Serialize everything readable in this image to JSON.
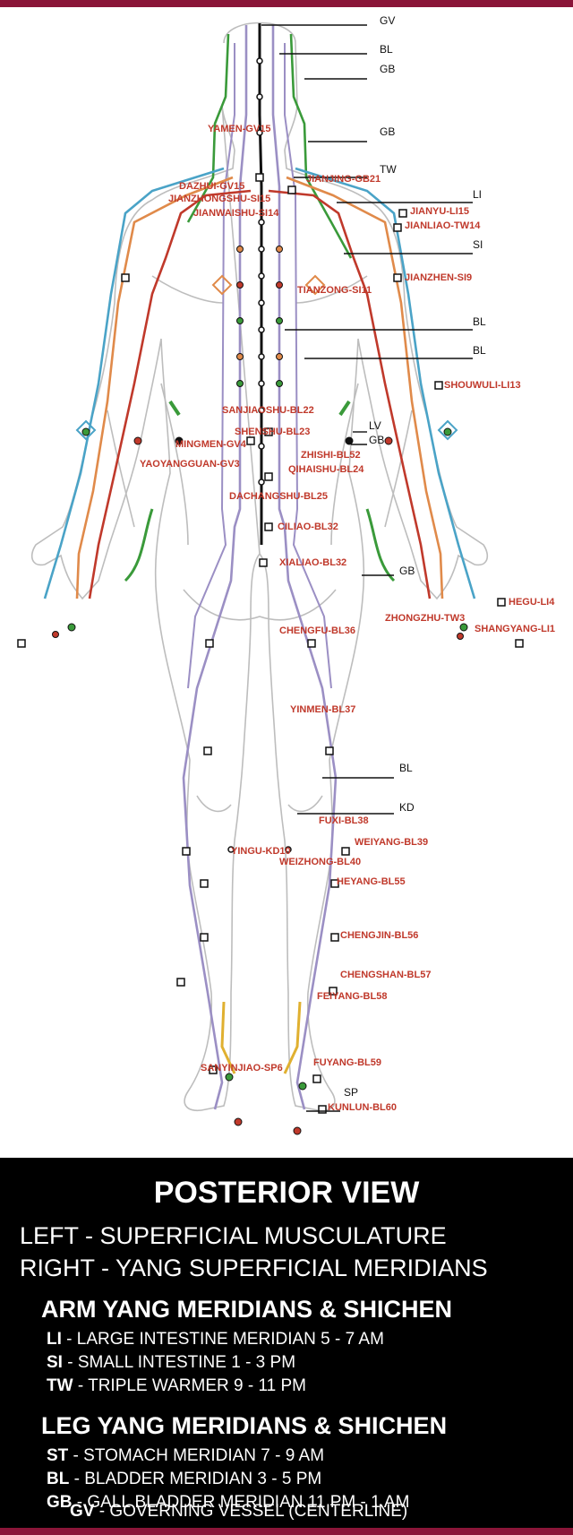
{
  "colors": {
    "border": "#8a1538",
    "panel_bg": "#000000",
    "panel_text": "#ffffff",
    "point_label": "#c0392b",
    "meridian_li": "#4aa3c7",
    "meridian_si": "#c0392b",
    "meridian_tw": "#e08a4a",
    "meridian_bl": "#9b8fc4",
    "meridian_gb": "#3a9a3a",
    "meridian_gv": "#111111",
    "meridian_sp": "#e0b030"
  },
  "meridian_labels": {
    "gv1": "GV",
    "bl1": "BL",
    "gb1": "GB",
    "gb2": "GB",
    "tw": "TW",
    "li": "LI",
    "si": "SI",
    "bl2": "BL",
    "bl3": "BL",
    "lv": "LV",
    "gb3": "GB",
    "gb4": "GB",
    "bl4": "BL",
    "kd": "KD",
    "sp": "SP"
  },
  "points": [
    "YAMEN-GV15",
    "JIANJING-GB21",
    "DAZHUI-GV15",
    "JIANZHONGSHU-SI15",
    "JIANYU-LI15",
    "JIANWAISHU-SI14",
    "JIANLIAO-TW14",
    "TIANZONG-SI11",
    "JIANZHEN-SI9",
    "SHOUWULI-LI13",
    "SANJIAOSHU-BL22",
    "SHENSHU-BL23",
    "MINGMEN-GV4",
    "ZHISHI-BL52",
    "YAOYANGGUAN-GV3",
    "QIHAISHU-BL24",
    "DACHANGSHU-BL25",
    "CILIAO-BL32",
    "XIALIAO-BL32",
    "HEGU-LI4",
    "ZHONGZHU-TW3",
    "CHENGFU-BL36",
    "SHANGYANG-LI1",
    "YINMEN-BL37",
    "FUXI-BL38",
    "WEIYANG-BL39",
    "YINGU-KD10",
    "WEIZHONG-BL40",
    "HEYANG-BL55",
    "CHENGJIN-BL56",
    "CHENGSHAN-BL57",
    "FEIYANG-BL58",
    "SANYINJIAO-SP6",
    "FUYANG-BL59",
    "KUNLUN-BL60"
  ],
  "legend": {
    "title": "POSTERIOR VIEW",
    "left_line": "LEFT - SUPERFICIAL MUSCULATURE",
    "right_line": "RIGHT - YANG SUPERFICIAL MERIDIANS",
    "arm_heading": "ARM YANG MERIDIANS & SHICHEN",
    "arm_rows": [
      {
        "code": "LI",
        "text": " - LARGE INTESTINE MERIDIAN  5 - 7 AM"
      },
      {
        "code": "SI",
        "text": " - SMALL INTESTINE  1 - 3 PM"
      },
      {
        "code": "TW",
        "text": " - TRIPLE WARMER  9 - 11 PM"
      }
    ],
    "leg_heading": "LEG YANG MERIDIANS & SHICHEN",
    "leg_rows": [
      {
        "code": "ST",
        "text": " - STOMACH MERIDIAN  7 - 9 AM"
      },
      {
        "code": "BL",
        "text": " - BLADDER MERIDIAN  3 - 5 PM"
      },
      {
        "code": "GB",
        "text": " - GALL BLADDER MERIDIAN  11 PM - 1 AM"
      }
    ],
    "gv_row": {
      "code": "GV",
      "text": " - GOVERNING VESSEL (CENTERLINE)"
    }
  }
}
